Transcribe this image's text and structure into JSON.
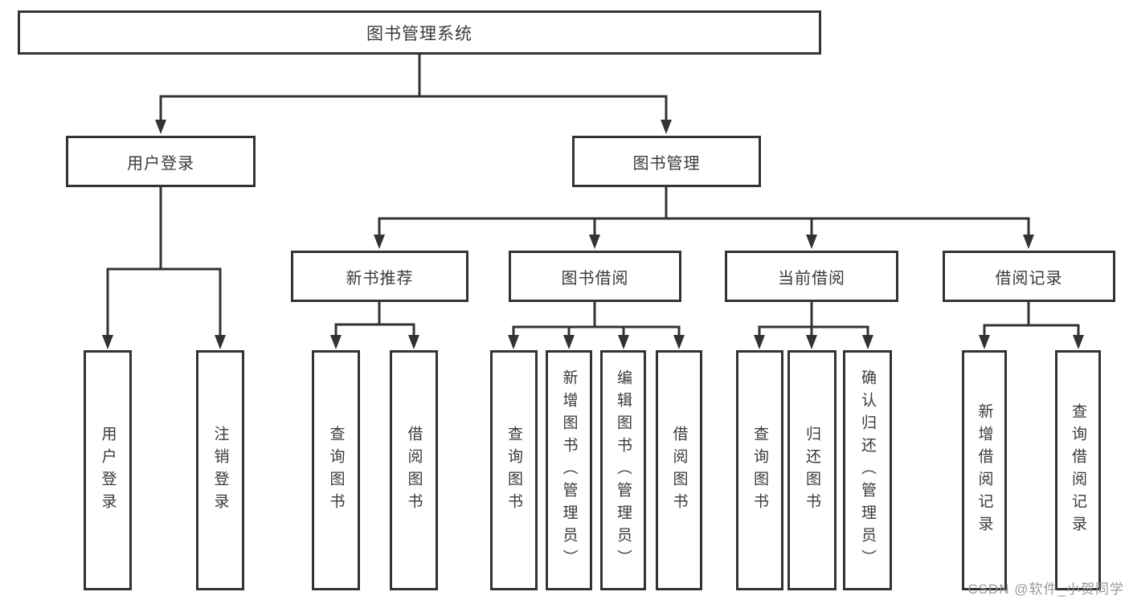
{
  "tree": {
    "label": "图书管理系统",
    "children": [
      {
        "label": "用户登录",
        "children": [
          {
            "label": "用户登录"
          },
          {
            "label": "注销登录"
          }
        ]
      },
      {
        "label": "图书管理",
        "children": [
          {
            "label": "新书推荐",
            "children": [
              {
                "label": "查询图书"
              },
              {
                "label": "借阅图书"
              }
            ]
          },
          {
            "label": "图书借阅",
            "children": [
              {
                "label": "查询图书"
              },
              {
                "label": "新增图书（管理员）"
              },
              {
                "label": "编辑图书（管理员）"
              },
              {
                "label": "借阅图书"
              }
            ]
          },
          {
            "label": "当前借阅",
            "children": [
              {
                "label": "查询图书"
              },
              {
                "label": "归还图书"
              },
              {
                "label": "确认归还（管理员）"
              }
            ]
          },
          {
            "label": "借阅记录",
            "children": [
              {
                "label": "新增借阅记录"
              },
              {
                "label": "查询借阅记录"
              }
            ]
          }
        ]
      }
    ]
  },
  "watermark": {
    "text": "CSDN @软件_小贺同学"
  },
  "colors": {
    "line": "#333333",
    "box_border": "#333333",
    "text": "#3a3a3a",
    "watermark_text": "#949496",
    "background": "#ffffff"
  }
}
